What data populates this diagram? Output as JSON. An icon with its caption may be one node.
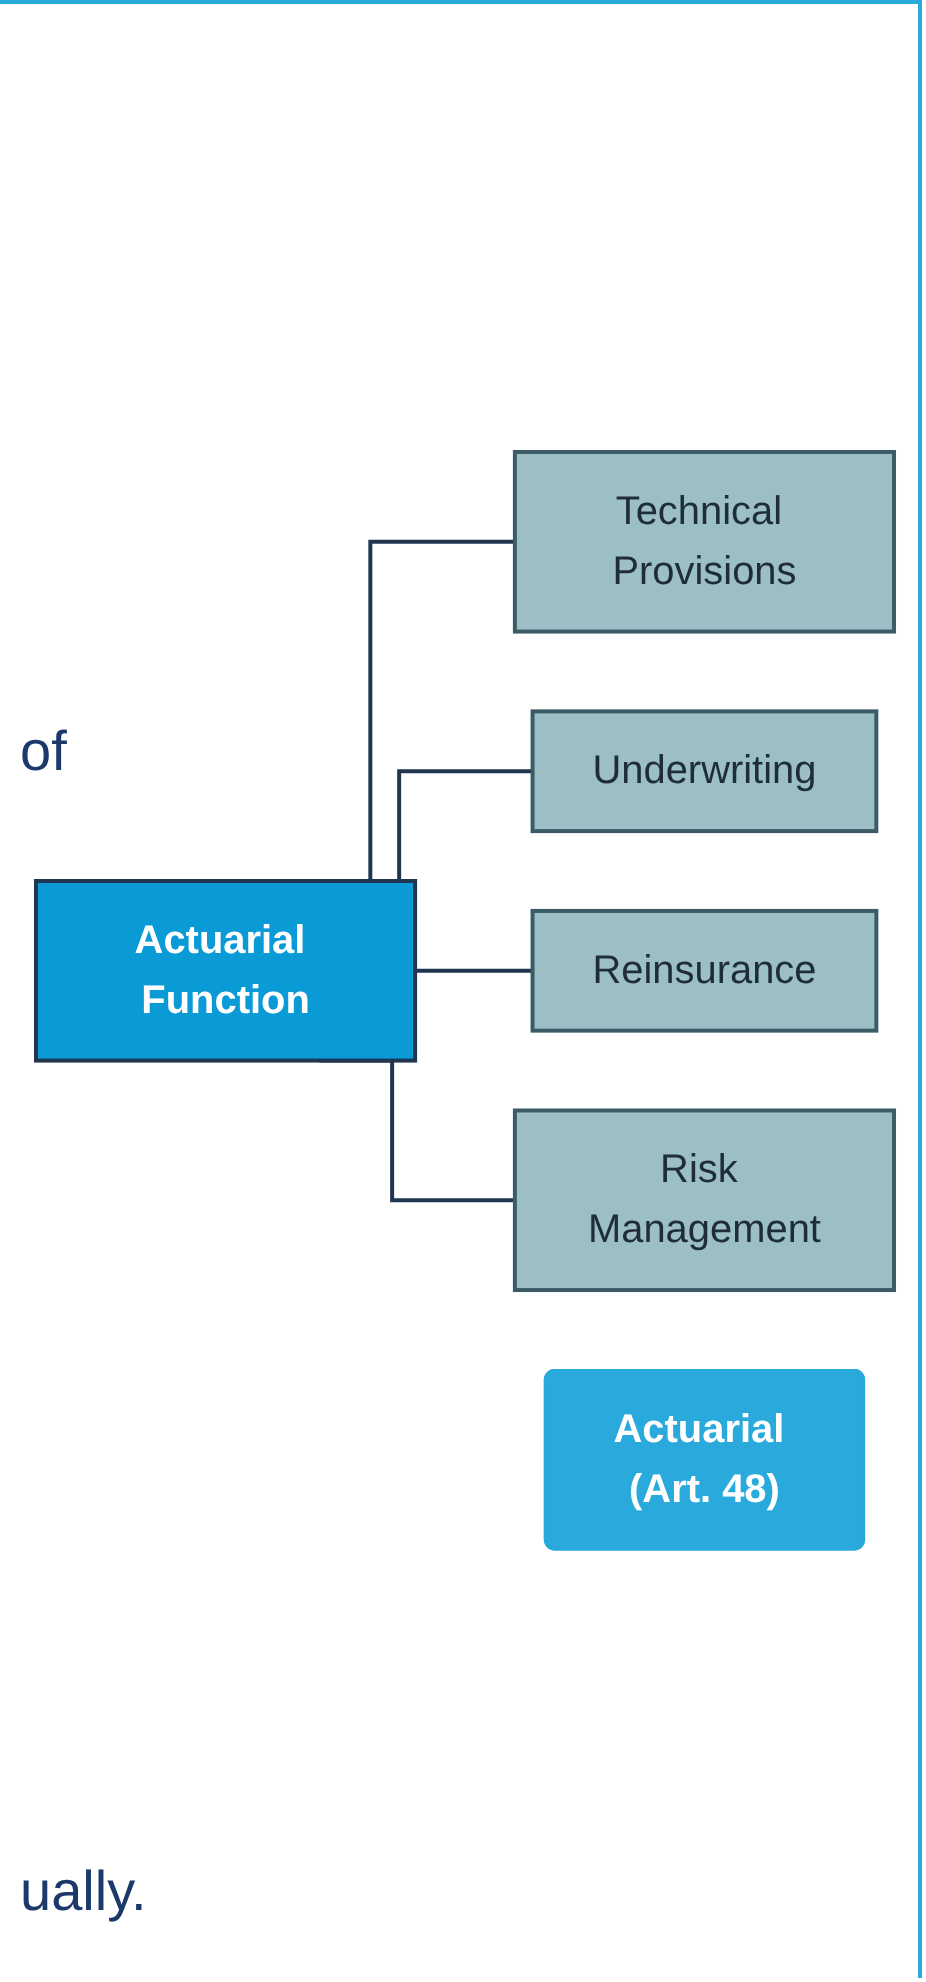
{
  "diagram": {
    "nodes": [
      {
        "text": [
          "Actuarial (Art. 48)"
        ]
      },
      {
        "text": [
          "Actuarial Function"
        ]
      },
      {
        "text": [
          "Technical Provisions"
        ]
      },
      {
        "text": [
          "Underwriting"
        ]
      },
      {
        "text": [
          "Reinsurance"
        ]
      },
      {
        "text": [
          "Risk Management"
        ]
      }
    ],
    "edges": [
      {
        "from": 1,
        "to": 2,
        "arrow": "none"
      },
      {
        "from": 1,
        "to": 3,
        "arrow": "none"
      },
      {
        "from": 1,
        "to": 4,
        "arrow": "none"
      },
      {
        "from": 1,
        "to": 5,
        "arrow": "none"
      }
    ],
    "labels": [
      "of",
      "ually."
    ]
  }
}
